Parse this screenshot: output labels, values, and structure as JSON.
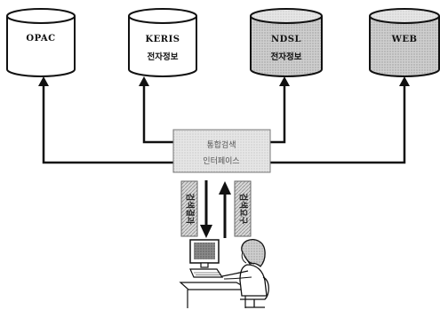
{
  "databases": [
    {
      "line1": "OPAC",
      "line2": ""
    },
    {
      "line1": "KERIS",
      "line2": "전자정보"
    },
    {
      "line1": "NDSL",
      "line2": "전자정보"
    },
    {
      "line1": "WEB",
      "line2": ""
    }
  ],
  "interface": {
    "line1": "통합검색",
    "line2": "인터페이스"
  },
  "labels": {
    "results": "검색결과",
    "request": "검색요구"
  }
}
